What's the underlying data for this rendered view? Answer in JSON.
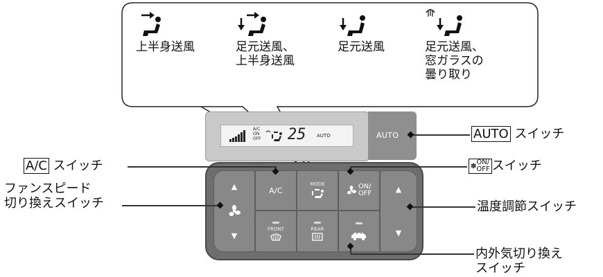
{
  "modes": [
    {
      "icon": "upper-body-vent-icon",
      "label": "上半身送風"
    },
    {
      "icon": "bilevel-vent-icon",
      "label": "足元送風、\n上半身送風"
    },
    {
      "icon": "floor-vent-icon",
      "label": "足元送風"
    },
    {
      "icon": "floor-defrost-vent-icon",
      "label": "足元送風、\n窓ガラスの\n曇り取り"
    }
  ],
  "display": {
    "temperature": "25",
    "auto": "AUTO",
    "ac": "A/C",
    "on": "ON",
    "off": "OFF"
  },
  "buttons": {
    "auto": "AUTO",
    "ac": "A/C",
    "mode": "MODE",
    "on_off_top": "ON/",
    "on_off_bottom": "OFF",
    "front": "FRONT",
    "rear": "REAR",
    "up": "▲",
    "down": "▼"
  },
  "callouts": {
    "auto_switch_key": "AUTO",
    "auto_switch": " スイッチ",
    "ac_switch_key": "A/C",
    "ac_switch": " スイッチ",
    "onoff_switch_key_top": "ON/",
    "onoff_switch_key_bottom": "OFF",
    "onoff_switch": "スイッチ",
    "fan_speed_switch_line1": "ファンスピード",
    "fan_speed_switch_line2": "切り換えスイッチ",
    "temp_switch": "温度調節スイッチ",
    "recirc_switch_line1": "内外気切り換え",
    "recirc_switch_line2": "スイッチ"
  }
}
